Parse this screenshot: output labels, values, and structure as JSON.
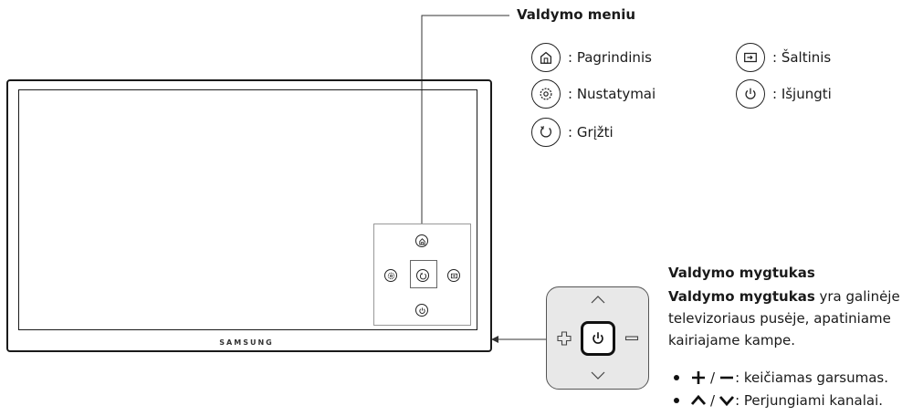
{
  "tv": {
    "brand": "SAMSUNG"
  },
  "control_menu": {
    "title": "Valdymo meniu",
    "items": [
      {
        "icon": "home-icon",
        "label": ": Pagrindinis"
      },
      {
        "icon": "source-icon",
        "label": ": Šaltinis"
      },
      {
        "icon": "settings-icon",
        "label": ": Nustatymai"
      },
      {
        "icon": "power-icon",
        "label": ": Išjungti"
      },
      {
        "icon": "return-icon",
        "label": ": Grįžti"
      }
    ]
  },
  "control_stick": {
    "title": "Valdymo mygtukas",
    "desc_bold": "Valdymo mygtukas",
    "desc_rest_1": " yra galinėje",
    "desc_line_2": "televizoriaus pusėje, apatiniame",
    "desc_line_3": "kairiajame kampe.",
    "bullets": [
      {
        "icon": "plus-minus-icons",
        "sep": "/",
        "text": ": keičiamas garsumas."
      },
      {
        "icon": "up-down-icons",
        "sep": "/",
        "text": ": Perjungiami kanalai."
      }
    ]
  }
}
